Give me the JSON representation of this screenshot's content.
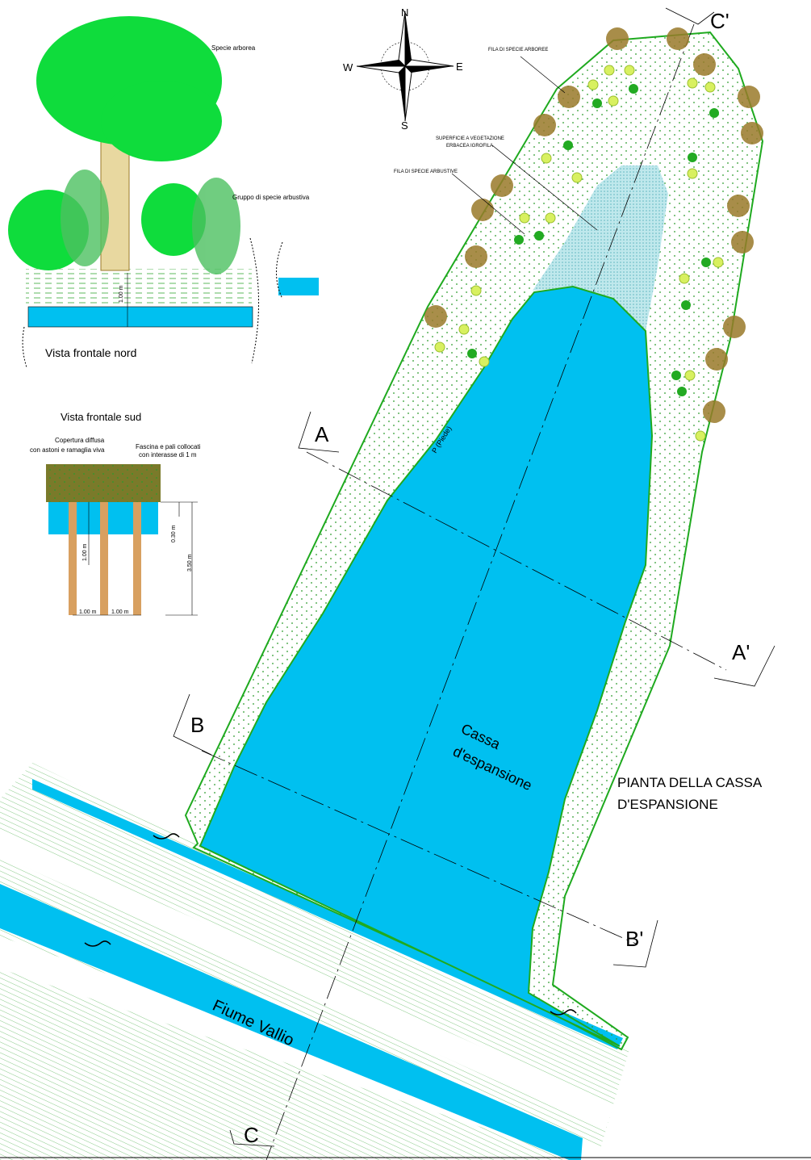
{
  "north_view": {
    "tree_label": "Specie arborea",
    "shrub_label": "Gruppo di specie arbustiva",
    "height_dim": "1.00 m",
    "title": "Vista frontale nord"
  },
  "south_view": {
    "title": "Vista frontale sud",
    "cover_label_1": "Copertura diffusa",
    "cover_label_2": "con astoni e ramaglia viva",
    "fascine_label_1": "Fascina e pali collocati",
    "fascine_label_2": "con interasse di 1 m",
    "dim_depth": "1.00 m",
    "dim_water": "0.30 m",
    "dim_pole": "3.50 m",
    "dim_spacing_1": "1.00 m",
    "dim_spacing_2": "1.00 m"
  },
  "compass": {
    "n": "N",
    "s": "S",
    "e": "E",
    "w": "W"
  },
  "plan": {
    "label_trees": "FILA DI SPECIE ARBOREE",
    "label_grass_1": "SUPERFICIE A VEGETAZIONE",
    "label_grass_2": "ERBACEA IGROFILA",
    "label_shrubs": "FILA DI SPECIE ARBUSTIVE",
    "foot_label": "P (Piede)",
    "basin_label_1": "Cassa",
    "basin_label_2": "d'espansione",
    "river_label": "Fiume Vallio",
    "title_1": "PIANTA DELLA CASSA",
    "title_2": "D'ESPANSIONE",
    "sections": {
      "a": "A",
      "a2": "A'",
      "b": "B",
      "b2": "B'",
      "c": "C",
      "c2": "C'"
    }
  },
  "colors": {
    "water": "#00c0f0",
    "green": "#1faa1f",
    "foliage": "#0fdc3c"
  }
}
